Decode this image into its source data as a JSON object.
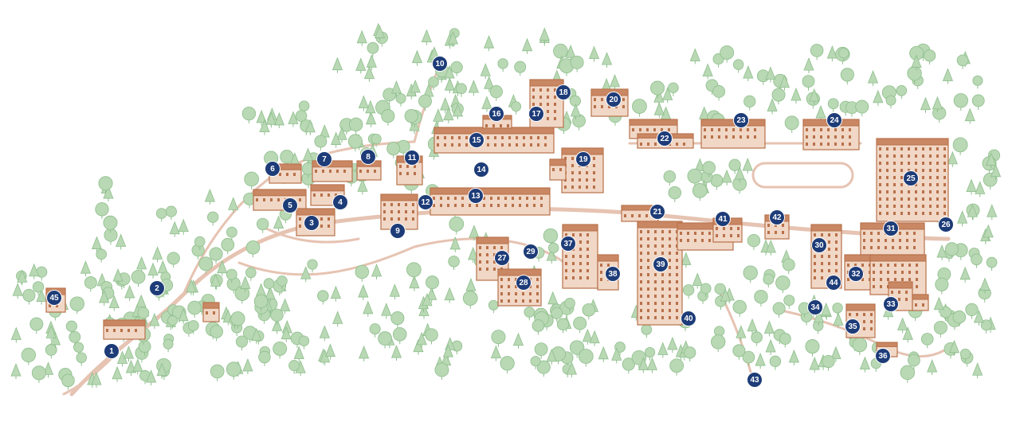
{
  "map": {
    "colors": {
      "tree": "#b9d8b4",
      "tree_line": "#8fbf8d",
      "building_fill": "#f1d7c6",
      "building_line": "#b8714a",
      "roof": "#c98763",
      "path": "#e6c3b2",
      "marker": "#1d3c78"
    },
    "markers": [
      {
        "label": "1"
      },
      {
        "label": "2"
      },
      {
        "label": "3"
      },
      {
        "label": "4"
      },
      {
        "label": "5"
      },
      {
        "label": "6"
      },
      {
        "label": "7"
      },
      {
        "label": "8"
      },
      {
        "label": "9"
      },
      {
        "label": "10"
      },
      {
        "label": "11"
      },
      {
        "label": "12"
      },
      {
        "label": "13"
      },
      {
        "label": "14"
      },
      {
        "label": "15"
      },
      {
        "label": "16"
      },
      {
        "label": "17"
      },
      {
        "label": "18"
      },
      {
        "label": "19"
      },
      {
        "label": "20"
      },
      {
        "label": "21"
      },
      {
        "label": "22"
      },
      {
        "label": "23"
      },
      {
        "label": "24"
      },
      {
        "label": "25"
      },
      {
        "label": "26"
      },
      {
        "label": "27"
      },
      {
        "label": "28"
      },
      {
        "label": "29"
      },
      {
        "label": "30"
      },
      {
        "label": "31"
      },
      {
        "label": "32"
      },
      {
        "label": "33"
      },
      {
        "label": "34"
      },
      {
        "label": "35"
      },
      {
        "label": "36"
      },
      {
        "label": "37"
      },
      {
        "label": "38"
      },
      {
        "label": "39"
      },
      {
        "label": "40"
      },
      {
        "label": "41"
      },
      {
        "label": "42"
      },
      {
        "label": "43"
      },
      {
        "label": "44"
      },
      {
        "label": "45"
      }
    ]
  }
}
